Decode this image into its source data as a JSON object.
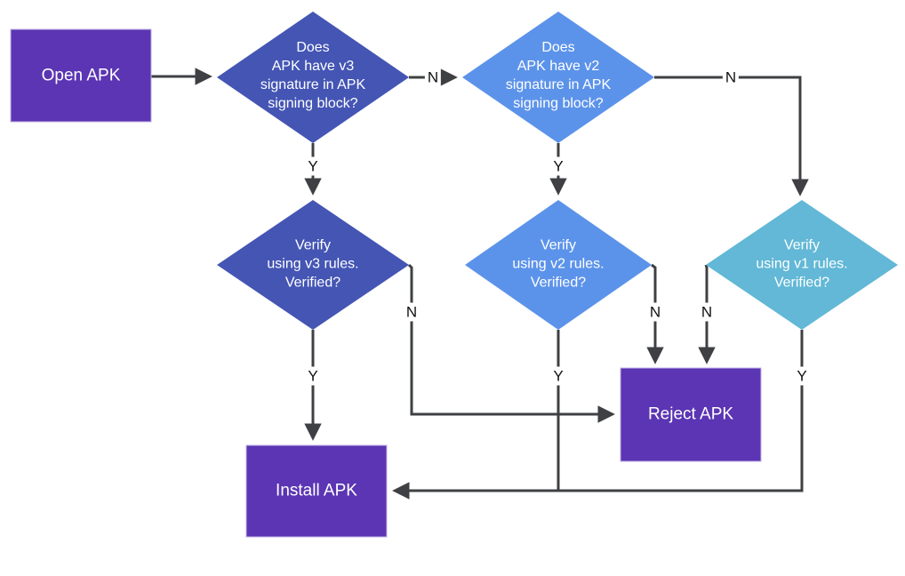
{
  "diagram": {
    "kind": "flowchart",
    "colors": {
      "process_fill": "#5b35b3",
      "process_border": "#c2b3e6",
      "decision_indigo": "#4455b4",
      "decision_blue": "#5c93ea",
      "decision_teal": "#62b8d6",
      "edge_line": "#3f4043",
      "edge_label_text": "#111111",
      "node_text": "#ffffff"
    },
    "nodes": {
      "open_apk": {
        "type": "process",
        "label": "Open APK",
        "color": "#5b35b3"
      },
      "v3_check": {
        "type": "decision",
        "label": "Does\nAPK have v3\nsignature in APK\nsigning block?",
        "color": "#4455b4"
      },
      "v2_check": {
        "type": "decision",
        "label": "Does\nAPK have v2\nsignature in APK\nsigning block?",
        "color": "#5c93ea"
      },
      "v3_verify": {
        "type": "decision",
        "label": "Verify\nusing v3 rules.\nVerified?",
        "color": "#4455b4"
      },
      "v2_verify": {
        "type": "decision",
        "label": "Verify\nusing v2 rules.\nVerified?",
        "color": "#5c93ea"
      },
      "v1_verify": {
        "type": "decision",
        "label": "Verify\nusing v1 rules.\nVerified?",
        "color": "#62b8d6"
      },
      "install_apk": {
        "type": "process",
        "label": "Install APK",
        "color": "#5b35b3"
      },
      "reject_apk": {
        "type": "process",
        "label": "Reject APK",
        "color": "#5b35b3"
      }
    },
    "edge_labels": {
      "v3_check_no": "N",
      "v3_check_yes": "Y",
      "v2_check_no": "N",
      "v2_check_yes": "Y",
      "v3_verify_yes": "Y",
      "v3_verify_no": "N",
      "v2_verify_yes": "Y",
      "v2_verify_no": "N",
      "v1_verify_no": "N",
      "v1_verify_yes": "Y"
    }
  }
}
